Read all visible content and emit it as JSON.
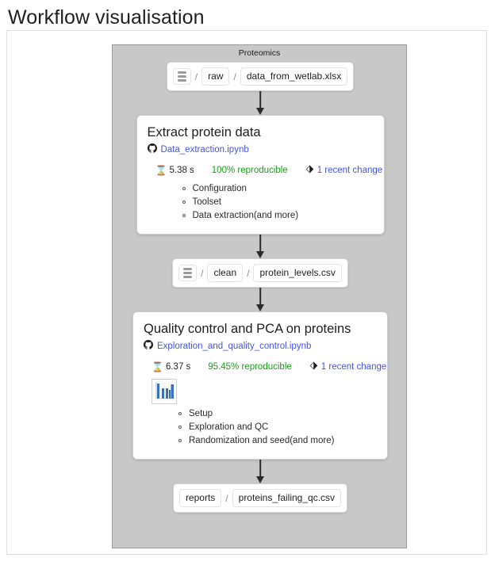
{
  "page": {
    "title": "Workflow visualisation"
  },
  "cluster": {
    "label": "Proteomics"
  },
  "nodes": {
    "input_file": {
      "icon": "database-icon",
      "path_segments": [
        "raw",
        "data_from_wetlab.xlsx"
      ],
      "separator": "/",
      "leading_separator": "/"
    },
    "step_one": {
      "title": "Extract protein data",
      "repo_icon": "github-icon",
      "notebook": "Data_extraction.ipynb",
      "runtime_icon": "hourglass-icon",
      "runtime": "5.38 s",
      "reproducible": "100% reproducible",
      "changes_icon": "git-diff-icon",
      "changes": "1 recent change",
      "sections": [
        "Configuration",
        "Toolset",
        "Data extraction(and more)"
      ]
    },
    "intermediate_file": {
      "icon": "database-icon",
      "path_segments": [
        "clean",
        "protein_levels.csv"
      ],
      "separator": "/",
      "leading_separator": "/"
    },
    "step_two": {
      "title": "Quality control and PCA on proteins",
      "repo_icon": "github-icon",
      "notebook": "Exploration_and_quality_control.ipynb",
      "runtime_icon": "hourglass-icon",
      "runtime": "6.37 s",
      "reproducible": "95.45% reproducible",
      "changes_icon": "git-diff-icon",
      "changes": "1 recent change",
      "thumbnail": "bar-chart-thumbnail",
      "sections": [
        "Setup",
        "Exploration and QC",
        "Randomization and seed(and more)"
      ]
    },
    "output_file": {
      "path_segments": [
        "reports",
        "proteins_failing_qc.csv"
      ],
      "separator": "/"
    }
  },
  "thumbnail_chart": {
    "type": "bar",
    "values": [
      9,
      6,
      6,
      5,
      8.5
    ],
    "color": "#3a72b5"
  },
  "colors": {
    "link": "#4455dd",
    "success": "#1a9c1a",
    "cluster_bg": "#c8c8c8",
    "cluster_border": "#9a9a9a",
    "card_border": "#e0e0e0",
    "edge": "#2b2b2b"
  }
}
